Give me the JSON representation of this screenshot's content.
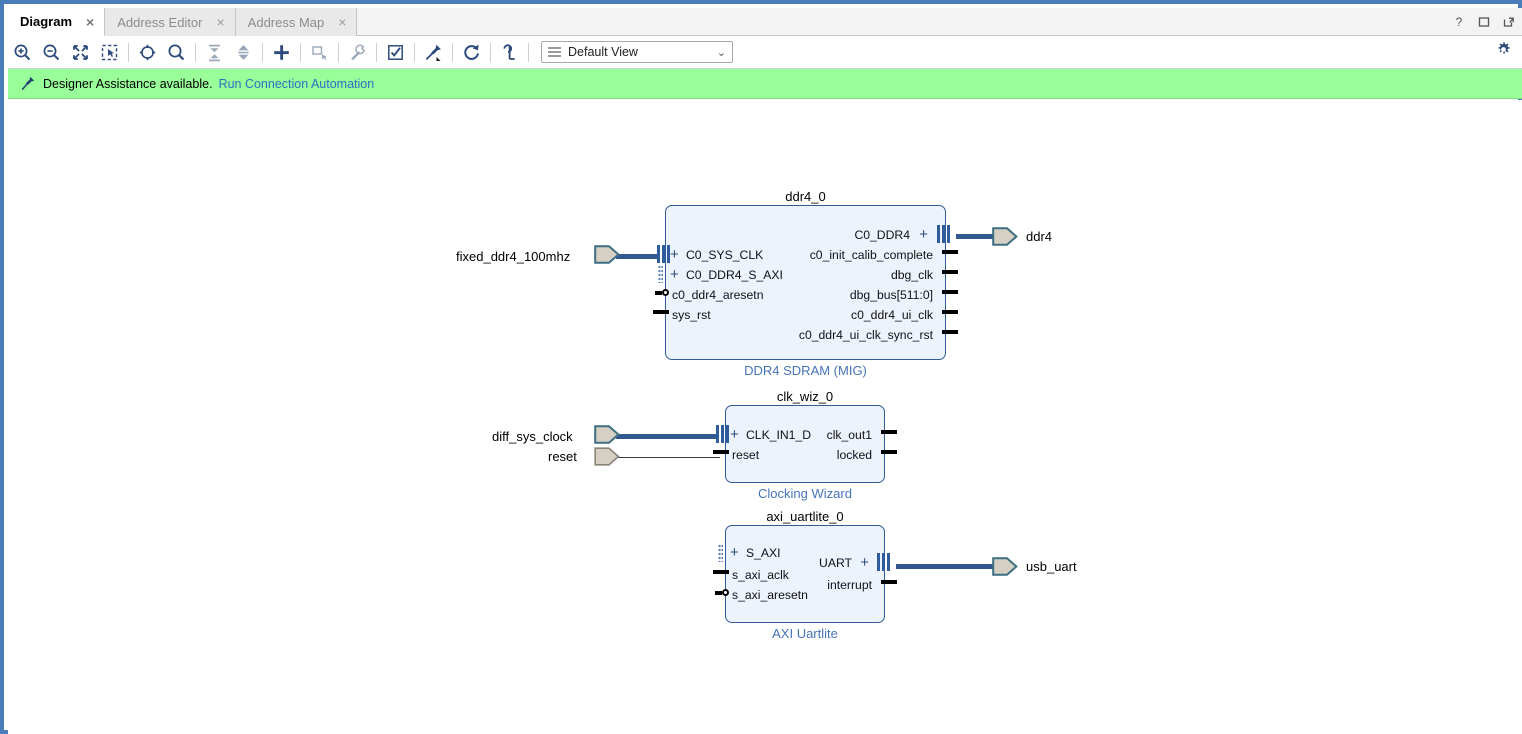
{
  "window": {
    "controls": [
      {
        "name": "help-icon",
        "glyph": "?"
      },
      {
        "name": "maximize-icon",
        "glyph": "□"
      },
      {
        "name": "float-icon",
        "glyph": "⇱"
      }
    ]
  },
  "tabs": [
    {
      "label": "Diagram",
      "active": true,
      "close": "×"
    },
    {
      "label": "Address Editor",
      "active": false,
      "close": "×"
    },
    {
      "label": "Address Map",
      "active": false,
      "close": "×"
    }
  ],
  "toolbar": {
    "buttons": [
      {
        "name": "zoom-in-icon",
        "title": "Zoom In",
        "enabled": true
      },
      {
        "name": "zoom-out-icon",
        "title": "Zoom Out",
        "enabled": true
      },
      {
        "name": "zoom-fit-icon",
        "title": "Zoom Fit",
        "enabled": true
      },
      {
        "name": "zoom-area-icon",
        "title": "Zoom Area",
        "enabled": true
      },
      {
        "name": "fit-selection-icon",
        "title": "Fit Selection",
        "enabled": true
      },
      {
        "name": "search-icon",
        "title": "Search",
        "enabled": true
      },
      {
        "name": "collapse-all-icon",
        "title": "Collapse All",
        "enabled": true
      },
      {
        "name": "expand-all-icon",
        "title": "Expand All",
        "enabled": true
      },
      {
        "name": "add-ip-icon",
        "title": "Add IP",
        "enabled": true
      },
      {
        "name": "add-module-icon",
        "title": "Add Module",
        "enabled": false
      },
      {
        "name": "customize-block-icon",
        "title": "Customize Block",
        "enabled": true
      },
      {
        "name": "validate-design-icon",
        "title": "Validate Design",
        "enabled": true
      },
      {
        "name": "pin-icon",
        "title": "Pin",
        "enabled": true
      },
      {
        "name": "refresh-icon",
        "title": "Regenerate Layout",
        "enabled": true
      },
      {
        "name": "optimize-routing-icon",
        "title": "Optimize Routing",
        "enabled": true
      }
    ],
    "view_select": {
      "value": "Default View",
      "chevron": "⌄"
    },
    "settings": {
      "name": "gear-icon",
      "title": "Settings"
    }
  },
  "banner": {
    "icon": "pin-icon",
    "text": "Designer Assistance available.",
    "link": "Run Connection Automation"
  },
  "diagram": {
    "blocks": [
      {
        "instance": "ddr4_0",
        "vlnv": "DDR4 SDRAM (MIG)",
        "inputs": [
          {
            "label": "C0_SYS_CLK",
            "kind": "bus-interface",
            "expand": "+"
          },
          {
            "label": "C0_DDR4_S_AXI",
            "kind": "bus-interface-unconnected",
            "expand": "+"
          },
          {
            "label": "c0_ddr4_aresetn",
            "kind": "pin-active-low"
          },
          {
            "label": "sys_rst",
            "kind": "pin"
          }
        ],
        "outputs": [
          {
            "label": "C0_DDR4",
            "kind": "bus-interface",
            "expand": "+"
          },
          {
            "label": "c0_init_calib_complete",
            "kind": "pin"
          },
          {
            "label": "dbg_clk",
            "kind": "pin"
          },
          {
            "label": "dbg_bus[511:0]",
            "kind": "pin"
          },
          {
            "label": "c0_ddr4_ui_clk",
            "kind": "pin"
          },
          {
            "label": "c0_ddr4_ui_clk_sync_rst",
            "kind": "pin"
          }
        ]
      },
      {
        "instance": "clk_wiz_0",
        "vlnv": "Clocking Wizard",
        "inputs": [
          {
            "label": "CLK_IN1_D",
            "kind": "bus-interface",
            "expand": "+"
          },
          {
            "label": "reset",
            "kind": "pin"
          }
        ],
        "outputs": [
          {
            "label": "clk_out1",
            "kind": "pin"
          },
          {
            "label": "locked",
            "kind": "pin"
          }
        ]
      },
      {
        "instance": "axi_uartlite_0",
        "vlnv": "AXI Uartlite",
        "inputs": [
          {
            "label": "S_AXI",
            "kind": "bus-interface-unconnected",
            "expand": "+"
          },
          {
            "label": "s_axi_aclk",
            "kind": "pin"
          },
          {
            "label": "s_axi_aresetn",
            "kind": "pin-active-low"
          }
        ],
        "outputs": [
          {
            "label": "UART",
            "kind": "bus-interface",
            "expand": "+"
          },
          {
            "label": "interrupt",
            "kind": "pin"
          }
        ]
      }
    ],
    "external_ports": [
      {
        "label": "fixed_ddr4_100mhz",
        "direction": "input"
      },
      {
        "label": "ddr4",
        "direction": "output"
      },
      {
        "label": "diff_sys_clock",
        "direction": "input"
      },
      {
        "label": "reset",
        "direction": "input"
      },
      {
        "label": "usb_uart",
        "direction": "output"
      }
    ],
    "colors": {
      "block_fill": "#ecf3fd",
      "block_border": "#2e5c9a",
      "vlnv_text": "#4674b8",
      "wire": "#31598f",
      "port_fill": "#d6d0c4",
      "port_border": "#3d6e82",
      "banner_bg": "#99ff99",
      "link": "#2b6fc4"
    }
  }
}
